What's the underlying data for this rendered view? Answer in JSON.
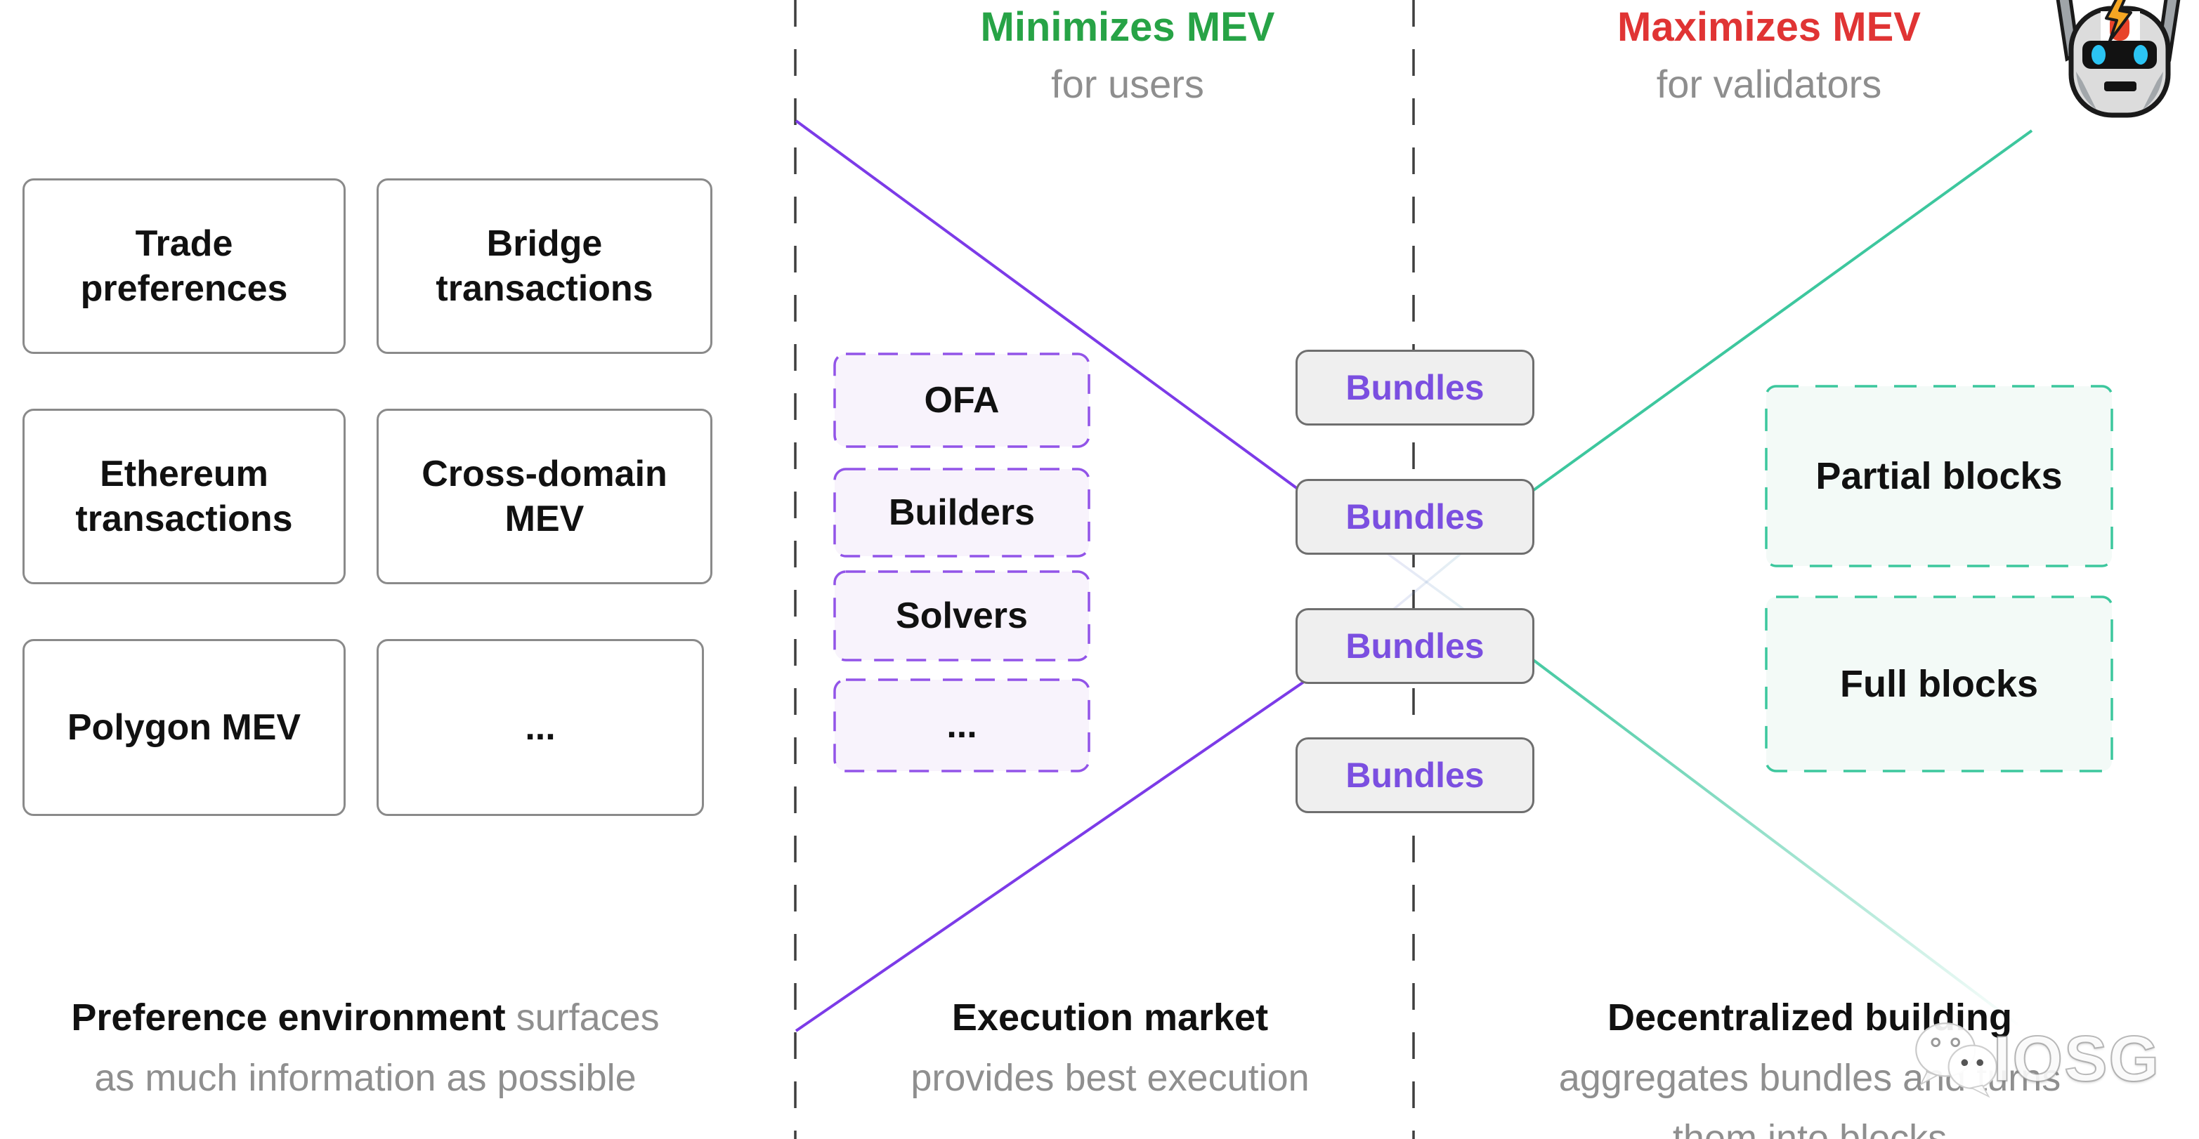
{
  "colors": {
    "green_header": "#27a346",
    "red_header": "#e03434",
    "gray_text": "#8f8f8f",
    "purple_accent": "#7c3be8",
    "purple_dash_border": "#9254e8",
    "purple_box_fill": "#f8f3fc",
    "teal_accent": "#3dc79e",
    "teal_box_fill": "#f3faf7",
    "bundle_fill": "#efefef",
    "bundle_text": "#7b4fe0"
  },
  "headers": {
    "left": {
      "title": "Minimizes MEV",
      "subtitle": "for users"
    },
    "right": {
      "title": "Maximizes MEV",
      "subtitle": "for validators"
    }
  },
  "preference_boxes": [
    "Trade preferences",
    "Bridge transactions",
    "Ethereum transactions",
    "Cross-domain MEV",
    "Polygon MEV",
    "..."
  ],
  "market_boxes": [
    "OFA",
    "Builders",
    "Solvers",
    "..."
  ],
  "bundles": [
    "Bundles",
    "Bundles",
    "Bundles",
    "Bundles"
  ],
  "block_boxes": [
    "Partial blocks",
    "Full blocks"
  ],
  "captions": {
    "left": {
      "bold": "Preference environment",
      "gray": "surfaces",
      "line2": "as much information as possible"
    },
    "middle": {
      "bold": "Execution market",
      "line2": "provides best execution"
    },
    "right": {
      "bold": "Decentralized building",
      "line2": "aggregates bundles and turns",
      "line3": "them into blocks"
    }
  },
  "watermark": {
    "text": "IOSG"
  },
  "icons": {
    "robot": "robot-head-with-lightning",
    "watermark_logo": "wechat-logo"
  }
}
